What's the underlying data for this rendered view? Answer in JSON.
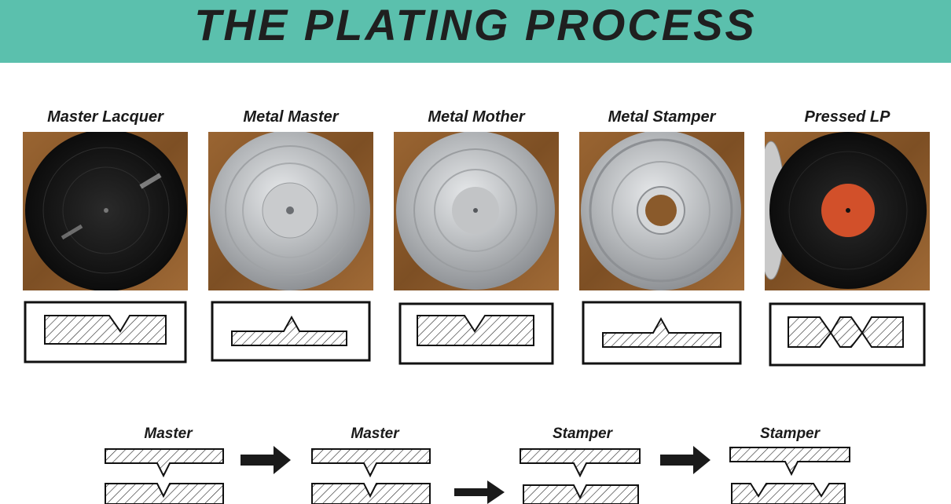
{
  "banner": {
    "title": "THE PLATING PROCESS",
    "color": "#5bc0ad"
  },
  "stages": [
    {
      "label": "Master Lacquer"
    },
    {
      "label": "Metal Master"
    },
    {
      "label": "Metal Mother"
    },
    {
      "label": "Metal Stamper"
    },
    {
      "label": "Pressed LP"
    }
  ],
  "steps": [
    {
      "label": "Master"
    },
    {
      "label": "Master"
    },
    {
      "label": "Stamper"
    },
    {
      "label": "Stamper"
    }
  ],
  "colors": {
    "wood": "#8a5a2b",
    "vinyl": "#141414",
    "metal": "#b9bcbf",
    "label": "#d2502a",
    "arrow": "#1a1a1a"
  }
}
